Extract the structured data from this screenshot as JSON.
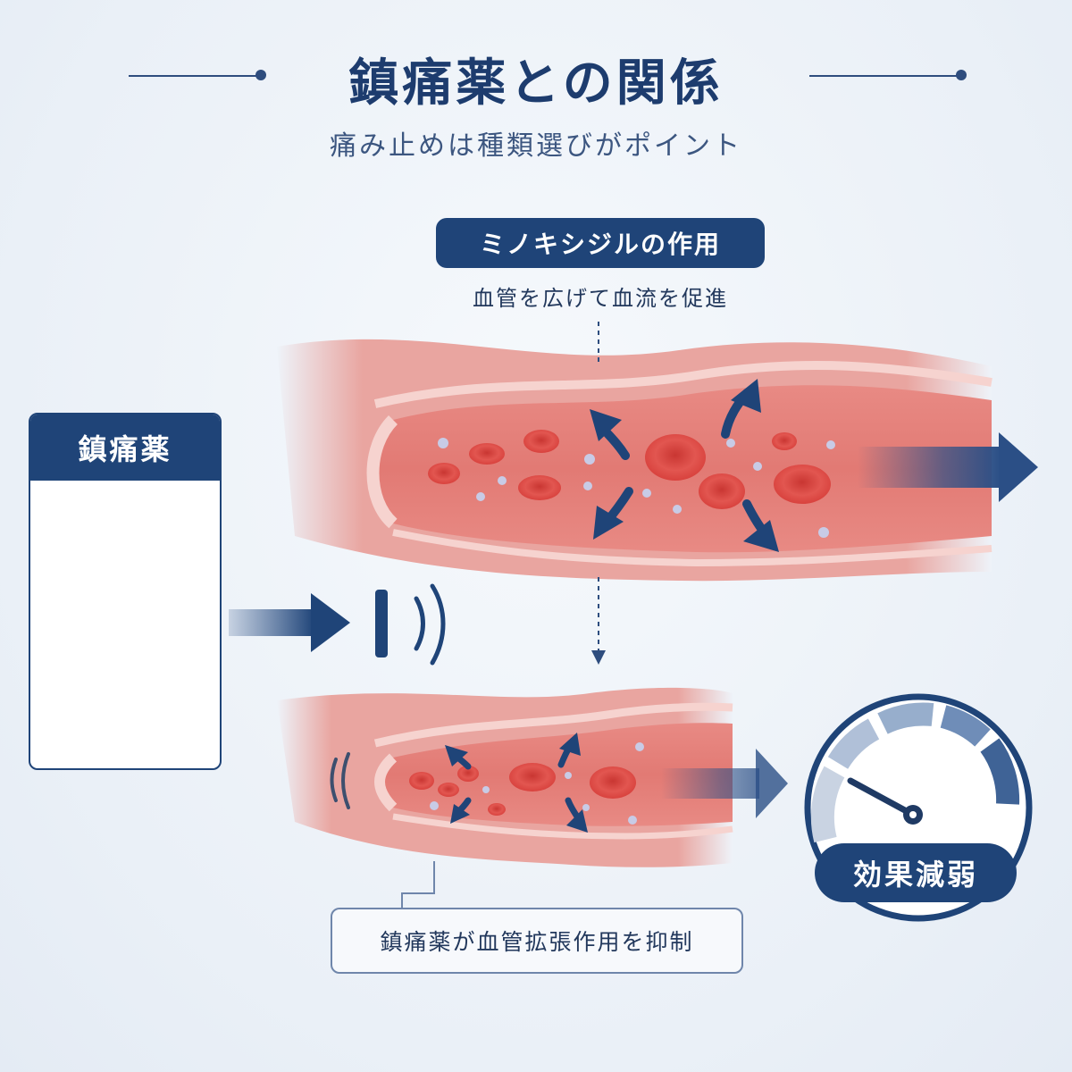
{
  "header": {
    "title": "鎮痛薬との関係",
    "subtitle": "痛み止めは種類選びがポイント"
  },
  "minoxidil": {
    "label": "ミノキシジルの作用",
    "description": "血管を広げて血流を促進"
  },
  "painkiller": {
    "label": "鎮痛薬"
  },
  "gauge": {
    "label": "効果減弱"
  },
  "note": {
    "text": "鎮痛薬が血管拡張作用を抑制"
  },
  "colors": {
    "navy": "#1f4478",
    "vessel_wall": "#e58b86",
    "vessel_lumen": "#e1726d",
    "blood_cell": "#d9403c",
    "arrow": "#2b4f86"
  }
}
